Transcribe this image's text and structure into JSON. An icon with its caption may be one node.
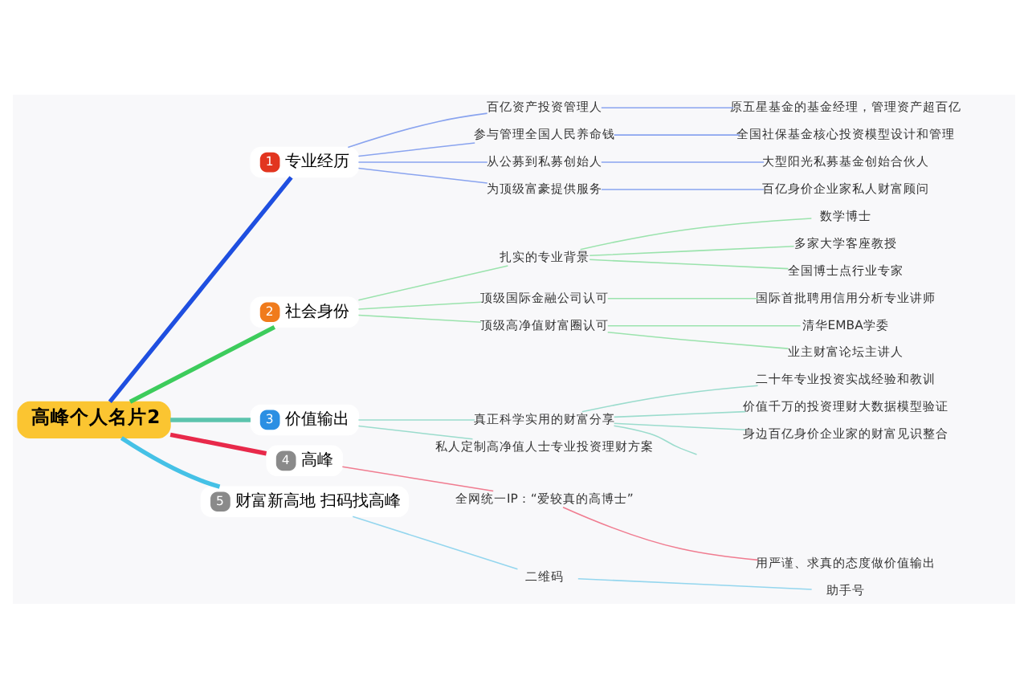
{
  "diagram": {
    "nodes": [
      {
        "text": [
          "高峰个人名片2"
        ]
      },
      {
        "text": [
          "1",
          "专业经历"
        ]
      },
      {
        "text": [
          "百亿资产投资管理人"
        ]
      },
      {
        "text": [
          "原五星基金的基金经理，管理资产超百亿"
        ]
      },
      {
        "text": [
          "参与管理全国人民养命钱"
        ]
      },
      {
        "text": [
          "全国社保基金核心投资模型设计和管理"
        ]
      },
      {
        "text": [
          "从公募到私募创始人"
        ]
      },
      {
        "text": [
          "大型阳光私募基金创始合伙人"
        ]
      },
      {
        "text": [
          "为顶级富豪提供服务"
        ]
      },
      {
        "text": [
          "百亿身价企业家私人财富顾问"
        ]
      },
      {
        "text": [
          "2",
          "社会身份"
        ]
      },
      {
        "text": [
          "扎实的专业背景"
        ]
      },
      {
        "text": [
          "数学博士"
        ]
      },
      {
        "text": [
          "多家大学客座教授"
        ]
      },
      {
        "text": [
          "全国博士点行业专家"
        ]
      },
      {
        "text": [
          "顶级国际金融公司认可"
        ]
      },
      {
        "text": [
          "国际首批聘用信用分析专业讲师"
        ]
      },
      {
        "text": [
          "顶级高净值财富圈认可"
        ]
      },
      {
        "text": [
          "清华EMBA学委"
        ]
      },
      {
        "text": [
          "业主财富论坛主讲人"
        ]
      },
      {
        "text": [
          "3",
          "价值输出"
        ]
      },
      {
        "text": [
          "真正科学实用的财富分享"
        ]
      },
      {
        "text": [
          "二十年专业投资实战经验和教训"
        ]
      },
      {
        "text": [
          "价值千万的投资理财大数据模型验证"
        ]
      },
      {
        "text": [
          "身边百亿身价企业家的财富见识整合"
        ]
      },
      {
        "text": [
          "私人定制高净值人士专业投资理财方案"
        ]
      },
      {
        "text": [
          "4",
          "高峰"
        ]
      },
      {
        "text": [
          "全网统一IP：“爱较真的高博士”"
        ]
      },
      {
        "text": [
          "用严谨、求真的态度做价值输出"
        ]
      },
      {
        "text": [
          "5",
          "财富新高地 扫码找高峰"
        ]
      },
      {
        "text": [
          "二维码"
        ]
      },
      {
        "text": [
          "助手号"
        ]
      }
    ],
    "edges": [
      {
        "from": 0,
        "to": 1,
        "arrow": "none",
        "style": "thick",
        "color": "#1f4fe0"
      },
      {
        "from": 1,
        "to": 2,
        "arrow": "none",
        "color": "#8aa4ef"
      },
      {
        "from": 2,
        "to": 3,
        "arrow": "none",
        "color": "#8aa4ef"
      },
      {
        "from": 1,
        "to": 4,
        "arrow": "none",
        "color": "#8aa4ef"
      },
      {
        "from": 4,
        "to": 5,
        "arrow": "none",
        "color": "#8aa4ef"
      },
      {
        "from": 1,
        "to": 6,
        "arrow": "none",
        "color": "#8aa4ef"
      },
      {
        "from": 6,
        "to": 7,
        "arrow": "none",
        "color": "#8aa4ef"
      },
      {
        "from": 1,
        "to": 8,
        "arrow": "none",
        "color": "#8aa4ef"
      },
      {
        "from": 8,
        "to": 9,
        "arrow": "none",
        "color": "#8aa4ef"
      },
      {
        "from": 0,
        "to": 10,
        "arrow": "none",
        "style": "thick",
        "color": "#3dcc5c"
      },
      {
        "from": 10,
        "to": 11,
        "arrow": "none",
        "color": "#9be3ad"
      },
      {
        "from": 11,
        "to": 12,
        "arrow": "none",
        "color": "#9be3ad"
      },
      {
        "from": 11,
        "to": 13,
        "arrow": "none",
        "color": "#9be3ad"
      },
      {
        "from": 11,
        "to": 14,
        "arrow": "none",
        "color": "#9be3ad"
      },
      {
        "from": 10,
        "to": 15,
        "arrow": "none",
        "color": "#9be3ad"
      },
      {
        "from": 15,
        "to": 16,
        "arrow": "none",
        "color": "#9be3ad"
      },
      {
        "from": 10,
        "to": 17,
        "arrow": "none",
        "color": "#9be3ad"
      },
      {
        "from": 17,
        "to": 18,
        "arrow": "none",
        "color": "#9be3ad"
      },
      {
        "from": 17,
        "to": 19,
        "arrow": "none",
        "color": "#9be3ad"
      },
      {
        "from": 0,
        "to": 20,
        "arrow": "none",
        "style": "thick",
        "color": "#5cc4ad"
      },
      {
        "from": 20,
        "to": 21,
        "arrow": "none",
        "color": "#9bdccd"
      },
      {
        "from": 21,
        "to": 22,
        "arrow": "none",
        "color": "#9bdccd"
      },
      {
        "from": 21,
        "to": 23,
        "arrow": "none",
        "color": "#9bdccd"
      },
      {
        "from": 21,
        "to": 24,
        "arrow": "none",
        "color": "#9bdccd"
      },
      {
        "from": 21,
        "to": null,
        "arrow": "none",
        "color": "#9bdccd"
      },
      {
        "from": 20,
        "to": 25,
        "arrow": "none",
        "color": "#9bdccd"
      },
      {
        "from": 0,
        "to": 26,
        "arrow": "none",
        "style": "thick",
        "color": "#e8294a"
      },
      {
        "from": 26,
        "to": 27,
        "arrow": "none",
        "color": "#f07c90"
      },
      {
        "from": 27,
        "to": 28,
        "arrow": "none",
        "color": "#f07c90"
      },
      {
        "from": 0,
        "to": 29,
        "arrow": "none",
        "style": "thick",
        "color": "#45c1e6"
      },
      {
        "from": 29,
        "to": 30,
        "arrow": "none",
        "color": "#94d6ee"
      },
      {
        "from": 30,
        "to": 31,
        "arrow": "none",
        "color": "#94d6ee"
      }
    ]
  }
}
